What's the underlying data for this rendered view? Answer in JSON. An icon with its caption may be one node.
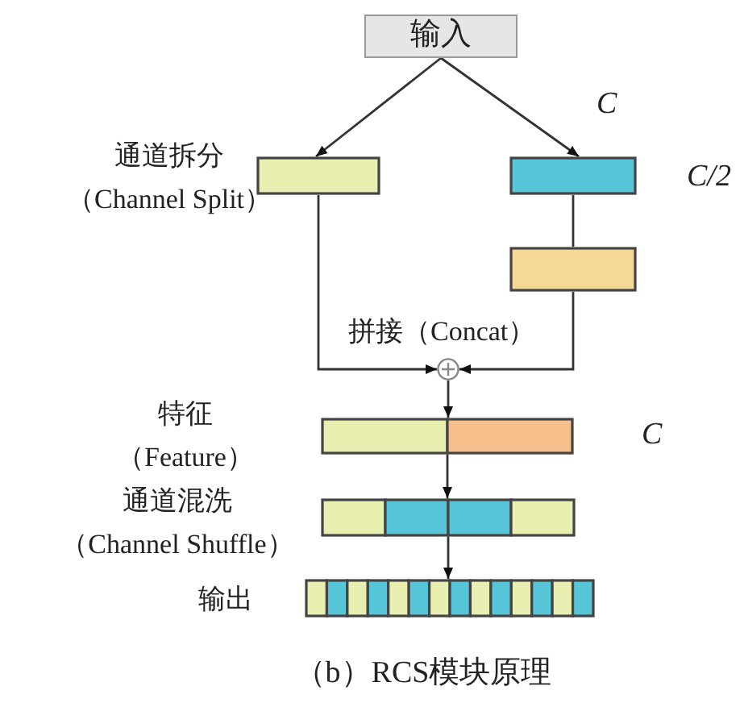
{
  "diagram": {
    "caption": "（b）RCS模块原理",
    "nodes": [
      {
        "text": [
          "输入"
        ]
      },
      {
        "text": [],
        "shape": "bar",
        "beside": [
          "通道拆分（Channel Split）"
        ]
      },
      {
        "text": [],
        "shape": "bar"
      },
      {
        "text": [],
        "shape": "bar"
      },
      {
        "text": [],
        "shape": "circle"
      },
      {
        "text": [],
        "shape": "bar",
        "beside": [
          "特征（Feature）"
        ]
      },
      {
        "text": [],
        "shape": "bar",
        "beside": [
          "通道混洗（Channel Shuffle）"
        ]
      },
      {
        "text": [],
        "shape": "bar",
        "beside": [
          "输出"
        ]
      }
    ],
    "edges": [
      {
        "from": 0,
        "to": 1,
        "arrow": "to"
      },
      {
        "from": 0,
        "to": 2,
        "arrow": "to"
      },
      {
        "from": 2,
        "to": 3,
        "arrow": "none"
      },
      {
        "from": 1,
        "to": 4,
        "arrow": "to"
      },
      {
        "from": 3,
        "to": 4,
        "arrow": "to"
      },
      {
        "from": 4,
        "to": 5,
        "arrow": "to"
      },
      {
        "from": 5,
        "to": 6,
        "arrow": "to"
      },
      {
        "from": 6,
        "to": 7,
        "arrow": "to"
      }
    ],
    "labels": [
      "C",
      "C/2",
      "拼接（Concat）",
      "C"
    ]
  }
}
